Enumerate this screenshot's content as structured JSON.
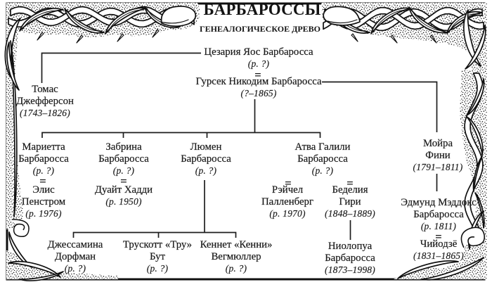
{
  "header": {
    "title": "БАРБАРОССЫ",
    "subtitle": "ГЕНЕАЛОГИЧЕСКОЕ ДРЕВО"
  },
  "marriage_sign": "=",
  "persons": {
    "cesaria": {
      "name": "Цезария Яос Барбаросса",
      "dates": "(р. ?)"
    },
    "gursek": {
      "name": "Гурсек Никодим Барбаросса",
      "dates": "(?–1865)"
    },
    "thomas": {
      "line1": "Томас",
      "line2": "Джефферсон",
      "dates": "(1743–1826)"
    },
    "marietta": {
      "line1": "Мариетта",
      "line2": "Барбаросса",
      "dates": "(р. ?)"
    },
    "elis": {
      "line1": "Элис",
      "line2": "Пенстром",
      "dates": "(р. 1976)"
    },
    "zabrina": {
      "line1": "Забрина",
      "line2": "Барбаросса",
      "dates": "(р. ?)"
    },
    "dwight": {
      "line1": "Дуайт Хадди",
      "dates": "(р. 1950)"
    },
    "lumen": {
      "line1": "Люмен",
      "line2": "Барбаросса",
      "dates": "(р. ?)"
    },
    "atva": {
      "line1": "Атва Галили",
      "line2": "Барбаросса",
      "dates": "(р. ?)"
    },
    "rachel": {
      "line1": "Рэйчел",
      "line2": "Палленберг",
      "dates": "(р. 1970)"
    },
    "bedelia": {
      "line1": "Беделия",
      "line2": "Гири",
      "dates": "(1848–1889)"
    },
    "moira": {
      "line1": "Мойра",
      "line2": "Фини",
      "dates": "(1791–1811)"
    },
    "edmund": {
      "line1": "Эдмунд Мэддокс",
      "line2": "Барбаросса",
      "dates": "(р. 1811)"
    },
    "chiyojo": {
      "line1": "Чийодзё",
      "dates": "(1831–1865)"
    },
    "jessamina": {
      "line1": "Джессамина",
      "line2": "Дорфман",
      "dates": "(р. ?)"
    },
    "truscott": {
      "line1": "Трускотт «Тру»",
      "line2": "Бут",
      "dates": "(р. ?)"
    },
    "kennet": {
      "line1": "Кеннет «Кенни»",
      "line2": "Вегмюллер",
      "dates": "(р. ?)"
    },
    "niolopua": {
      "line1": "Ниолопуа",
      "line2": "Барбаросса",
      "dates": "(1873–1998)"
    }
  }
}
